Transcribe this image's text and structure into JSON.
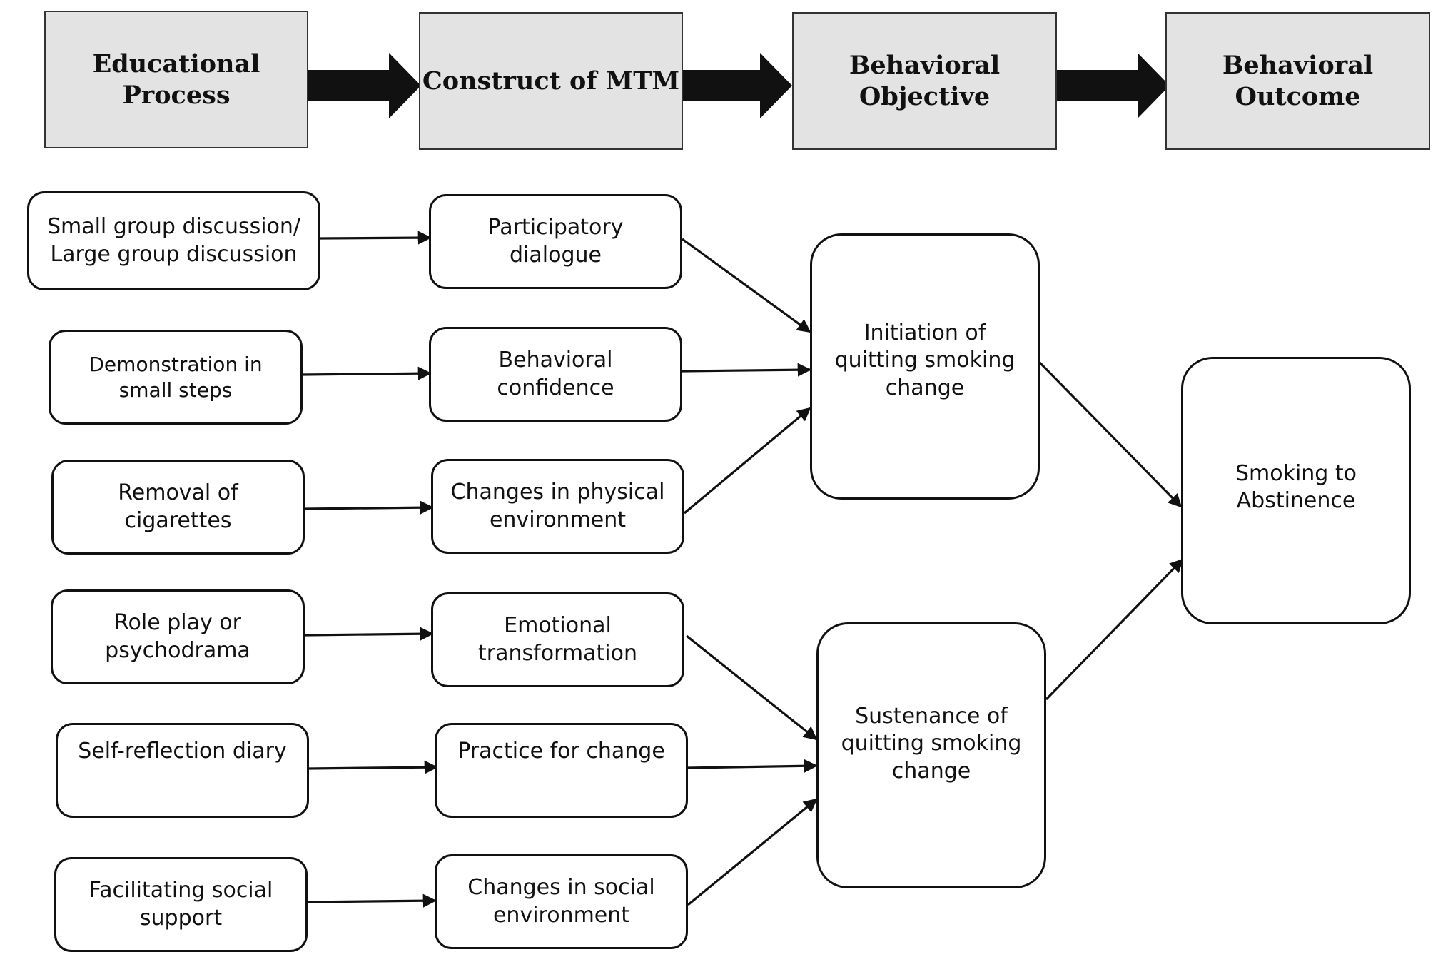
{
  "headers": {
    "educational_process": [
      "Educational",
      "Process"
    ],
    "construct_of_mtm": [
      "Construct of MTM"
    ],
    "behavioral_objective": [
      "Behavioral",
      "Objective"
    ],
    "behavioral_outcome": [
      "Behavioral",
      "Outcome"
    ]
  },
  "educational_processes": [
    [
      "Small group discussion/",
      "Large group discussion"
    ],
    [
      "Demonstration in",
      "small steps"
    ],
    [
      "Removal of",
      "cigarettes"
    ],
    [
      "Role play or",
      "psychodrama"
    ],
    [
      "Self-reflection diary"
    ],
    [
      "Facilitating social",
      "support"
    ]
  ],
  "constructs": [
    [
      "Participatory",
      "dialogue"
    ],
    [
      "Behavioral",
      "confidence"
    ],
    [
      "Changes in physical",
      "environment"
    ],
    [
      "Emotional",
      "transformation"
    ],
    [
      "Practice for change"
    ],
    [
      "Changes in social",
      "environment"
    ]
  ],
  "objectives": {
    "initiation": [
      "Initiation of",
      "quitting smoking",
      "change"
    ],
    "sustenance": [
      "Sustenance of",
      "quitting smoking",
      "change"
    ]
  },
  "outcome": [
    "Smoking to",
    "Abstinence"
  ],
  "colors": {
    "header_fill": "#e3e3e3",
    "stroke": "#111111",
    "background": "#ffffff"
  }
}
